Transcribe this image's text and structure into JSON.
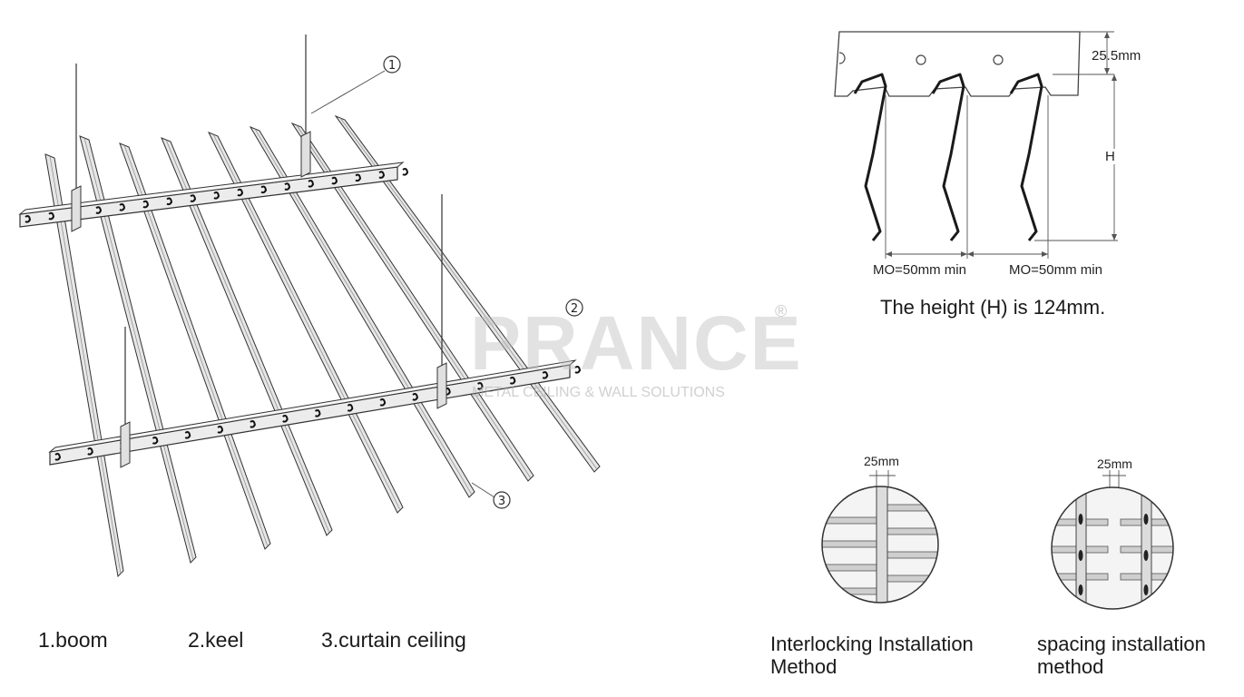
{
  "legend": {
    "item1": "1.boom",
    "item2": "2.keel",
    "item3": "3.curtain ceiling"
  },
  "callouts": {
    "c1": "①",
    "c2": "②",
    "c3": "③"
  },
  "watermark": {
    "brand": "PRANCE",
    "registered": "®",
    "tagline": "METAL CEILING & WALL SOLUTIONS"
  },
  "profile": {
    "top_dim": "25.5mm",
    "height_symbol": "H",
    "mo_left": "MO=50mm min",
    "mo_right": "MO=50mm min",
    "height_note": "The height (H) is 124mm."
  },
  "methods": {
    "interlocking": {
      "dim": "25mm",
      "caption_line1": "Interlocking Installation",
      "caption_line2": "Method"
    },
    "spacing": {
      "dim": "25mm",
      "caption_line1": "spacing installation",
      "caption_line2": "method"
    }
  }
}
